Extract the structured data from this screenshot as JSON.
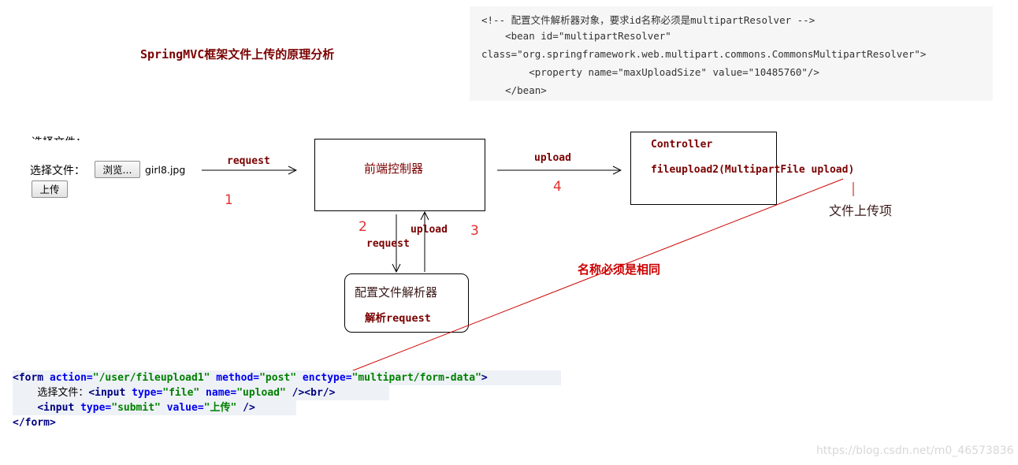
{
  "title": "SpringMVC框架文件上传的原理分析",
  "config_code": {
    "lines": [
      "<!-- 配置文件解析器对象，要求id名称必须是multipartResolver -->",
      "    <bean id=\"multipartResolver\"",
      "class=\"org.springframework.web.multipart.commons.CommonsMultipartResolver\">",
      "        <property name=\"maxUploadSize\" value=\"10485760\"/>",
      "    </bean>"
    ]
  },
  "upload_form": {
    "label": "选择文件：",
    "browse_button": "浏览...",
    "file_name": "girl8.jpg",
    "submit_button": "上传"
  },
  "nodes": {
    "front_controller": "前端控制器",
    "resolver_line1": "配置文件解析器",
    "resolver_line2": "解析request",
    "controller_title": "Controller",
    "controller_method": "fileupload2(MultipartFile upload)"
  },
  "edges": {
    "e1": {
      "label": "request",
      "step": "1"
    },
    "e2": {
      "label": "request",
      "step": "2"
    },
    "e3": {
      "label": "upload",
      "step": "3"
    },
    "e4": {
      "label": "upload",
      "step": "4"
    }
  },
  "annotations": {
    "file_item": "文件上传项",
    "same_name": "名称必须是相同"
  },
  "form_code": {
    "line1": {
      "tag_open": "<form ",
      "a1": "action=",
      "v1": "\"/user/fileupload1\"",
      "a2": " method=",
      "v2": "\"post\"",
      "a3": " enctype=",
      "v3": "\"multipart/form-data\"",
      "tag_close": ">"
    },
    "line2": {
      "indent": "    ",
      "text": "选择文件：",
      "tag_open": "<input ",
      "a1": "type=",
      "v1": "\"file\"",
      "a2": " name=",
      "v2": "\"upload\"",
      "tag_close": " /><br/>"
    },
    "line3": {
      "indent": "    ",
      "tag_open": "<input ",
      "a1": "type=",
      "v1": "\"submit\"",
      "a2": " value=",
      "v2": "\"上传\"",
      "tag_close": " />"
    },
    "line4": {
      "tag": "</form>"
    }
  },
  "watermark": "https://blog.csdn.net/m0_46573836",
  "colors": {
    "label_dark_red": "#7a0000",
    "step_red": "#e03030",
    "connector_red": "#cc0000",
    "code_tag": "#000080",
    "code_attr": "#0000ee",
    "code_string": "#008000"
  }
}
